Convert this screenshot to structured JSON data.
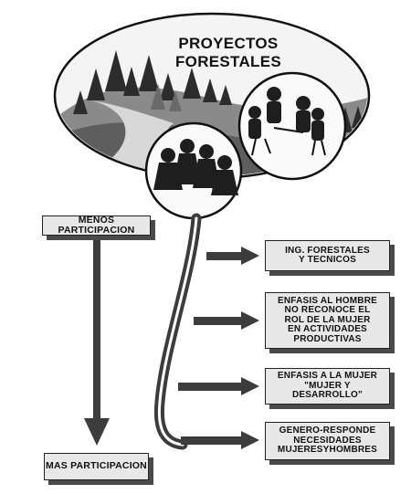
{
  "title": "PROYECTOS FORESTALES",
  "left_scale": {
    "top_label": "MENOS PARTICIPACION",
    "bottom_label": "MAS PARTICIPACION"
  },
  "approaches": [
    "ING. FORESTALES\nY TECNICOS",
    "ENFASIS AL HOMBRE\nNO RECONOCE EL\nROL DE LA MUJER\nEN ACTIVIDADES\nPRODUCTIVAS",
    "ENFASIS A LA MUJER\n\"MUJER Y\nDESARROLLO\"",
    "GENERO-RESPONDE\nNECESIDADES\nMUJERESYHOMBRES"
  ],
  "illustrations": {
    "landscape": "forest-landscape-illustration",
    "group_men": "people-working-group-illustration",
    "group_women": "seated-women-group-illustration"
  }
}
